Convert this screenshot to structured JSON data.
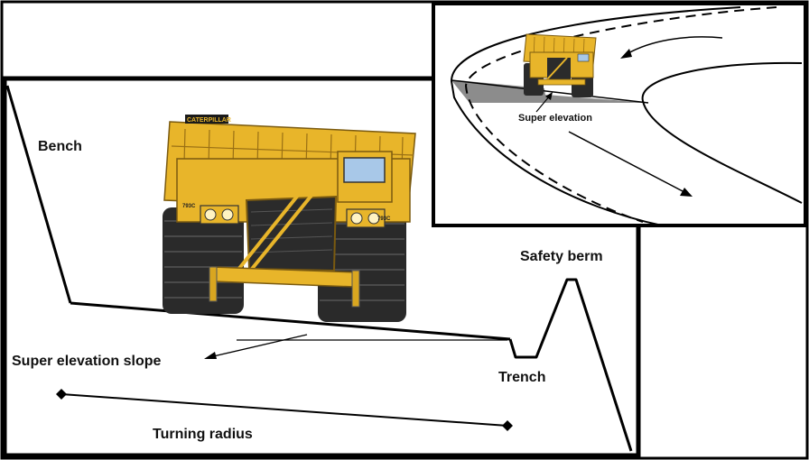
{
  "main_diagram": {
    "labels": {
      "bench": "Bench",
      "safety_berm": "Safety berm",
      "super_elevation_slope": "Super elevation slope",
      "trench": "Trench",
      "turning_radius": "Turning radius"
    }
  },
  "inset": {
    "labels": {
      "super_elevation": "Super elevation"
    }
  },
  "truck": {
    "brand": "CATERPILLAR",
    "model": "793C"
  },
  "colors": {
    "truck_body": "#e8b52a",
    "truck_shadow": "#b8861a",
    "tire": "#2a2a2a",
    "road_shade": "#8c8c8c",
    "frame": "#000000"
  }
}
